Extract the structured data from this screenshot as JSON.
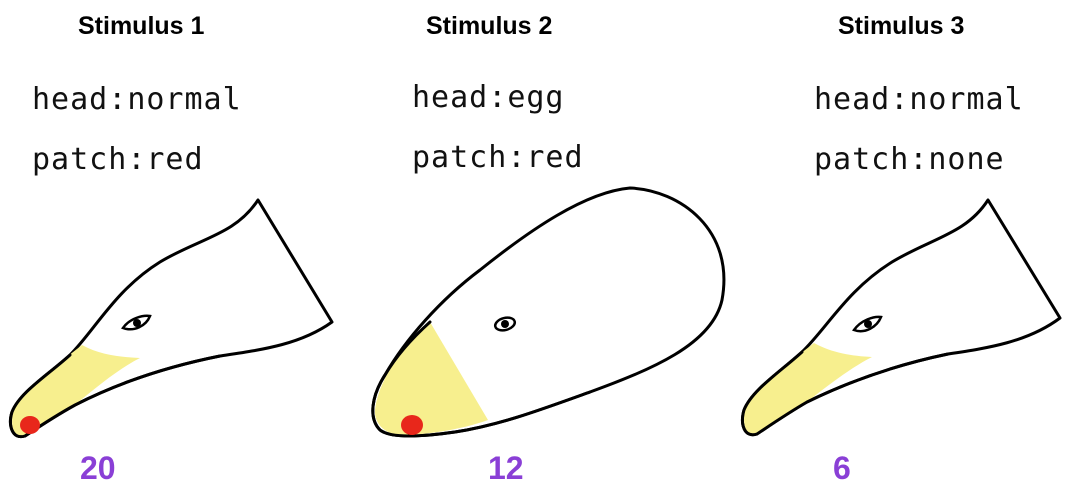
{
  "colors": {
    "count": "#8a3fd6",
    "beak": "#f7ef8e",
    "patch": "#e8271b",
    "outline": "#000000"
  },
  "stimuli": [
    {
      "title": "Stimulus 1",
      "head_label": "head",
      "head_value": "normal",
      "patch_label": "patch",
      "patch_value": "red",
      "count": "20"
    },
    {
      "title": "Stimulus 2",
      "head_label": "head",
      "head_value": "egg",
      "patch_label": "patch",
      "patch_value": "red",
      "count": "12"
    },
    {
      "title": "Stimulus 3",
      "head_label": "head",
      "head_value": "normal",
      "patch_label": "patch",
      "patch_value": "none",
      "count": "6"
    }
  ]
}
